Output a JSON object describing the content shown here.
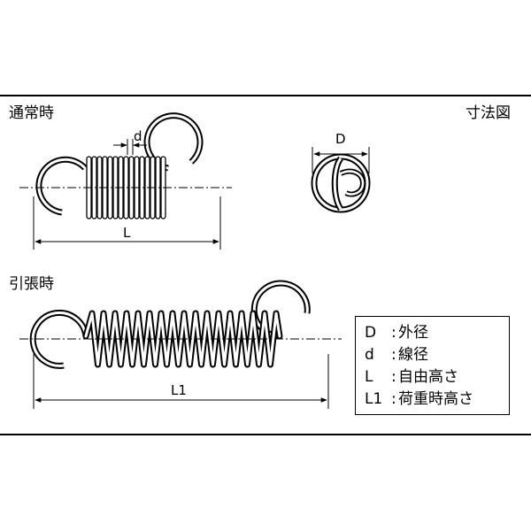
{
  "headings": {
    "normal_state": "通常時",
    "dimension_diagram": "寸法図",
    "extended_state": "引張時"
  },
  "dimension_labels": {
    "d": "d",
    "D": "D",
    "L": "L",
    "L1": "L1"
  },
  "legend": [
    {
      "symbol": "D",
      "colon": ":",
      "meaning": "外径"
    },
    {
      "symbol": "d",
      "colon": ":",
      "meaning": "線径"
    },
    {
      "symbol": "L",
      "colon": ":",
      "meaning": "自由高さ"
    },
    {
      "symbol": "L1",
      "colon": ":",
      "meaning": "荷重時高さ"
    }
  ]
}
